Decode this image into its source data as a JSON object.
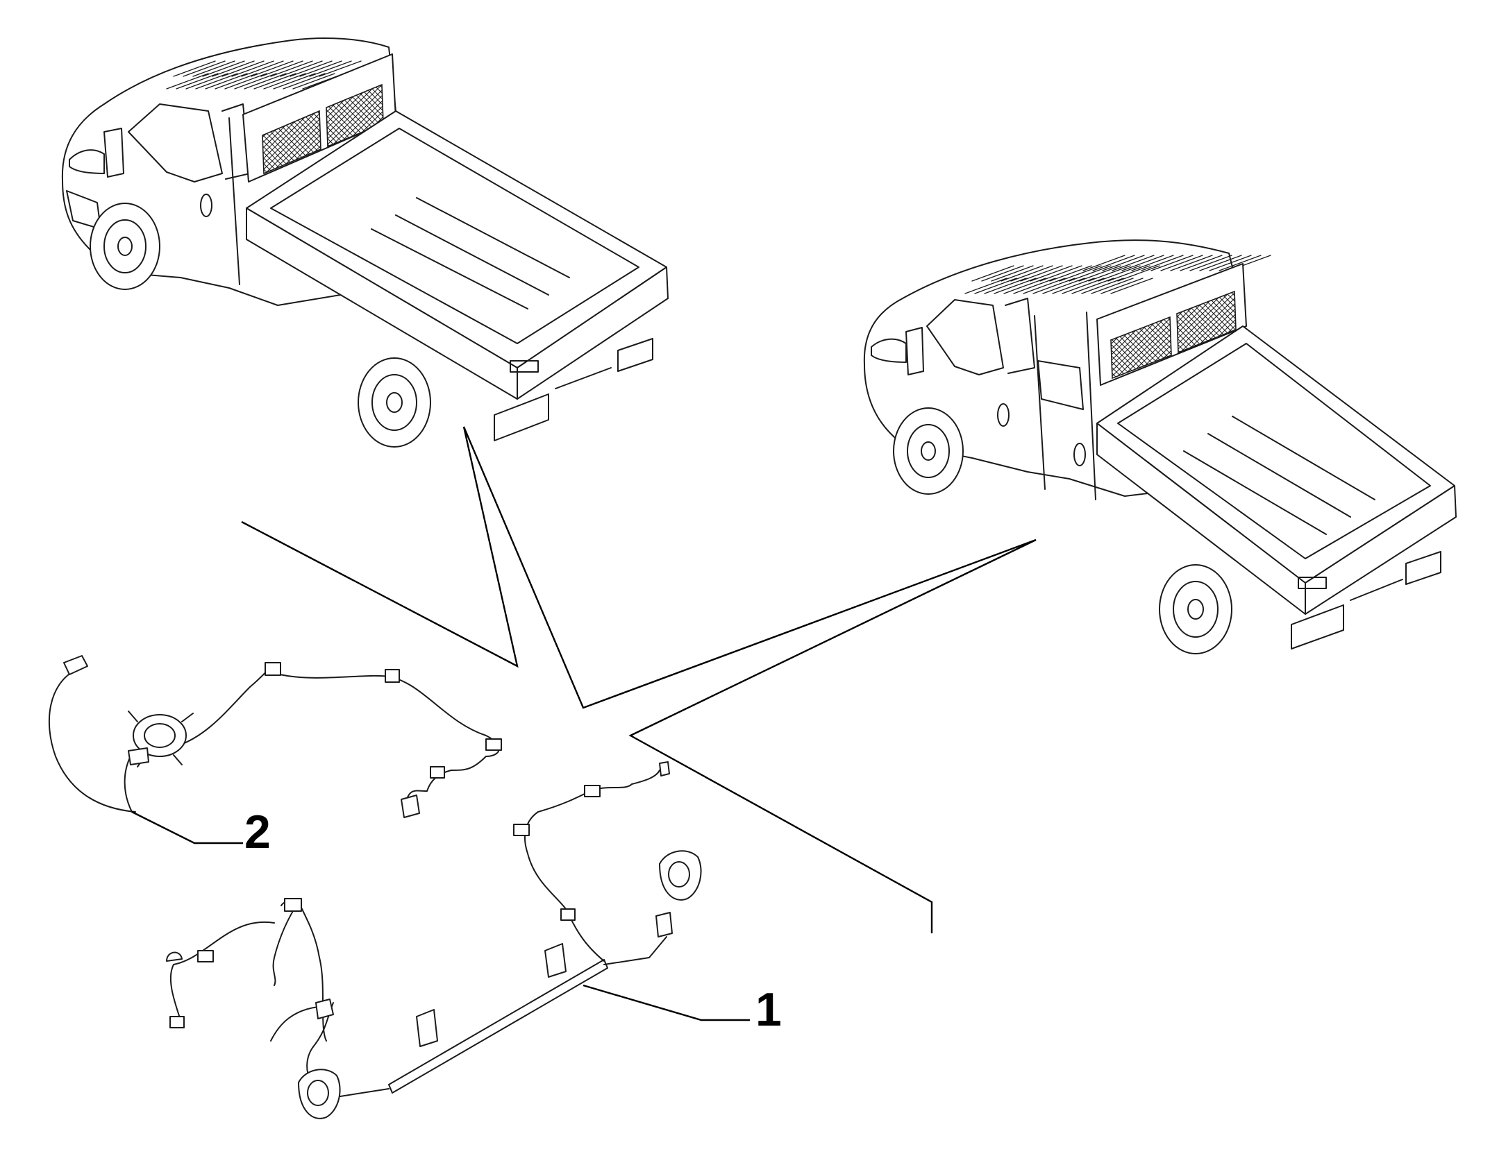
{
  "callouts": [
    {
      "id": "1",
      "label": "1"
    },
    {
      "id": "2",
      "label": "2"
    }
  ],
  "colors": {
    "line": "#1a1a1a",
    "background": "#ffffff"
  }
}
